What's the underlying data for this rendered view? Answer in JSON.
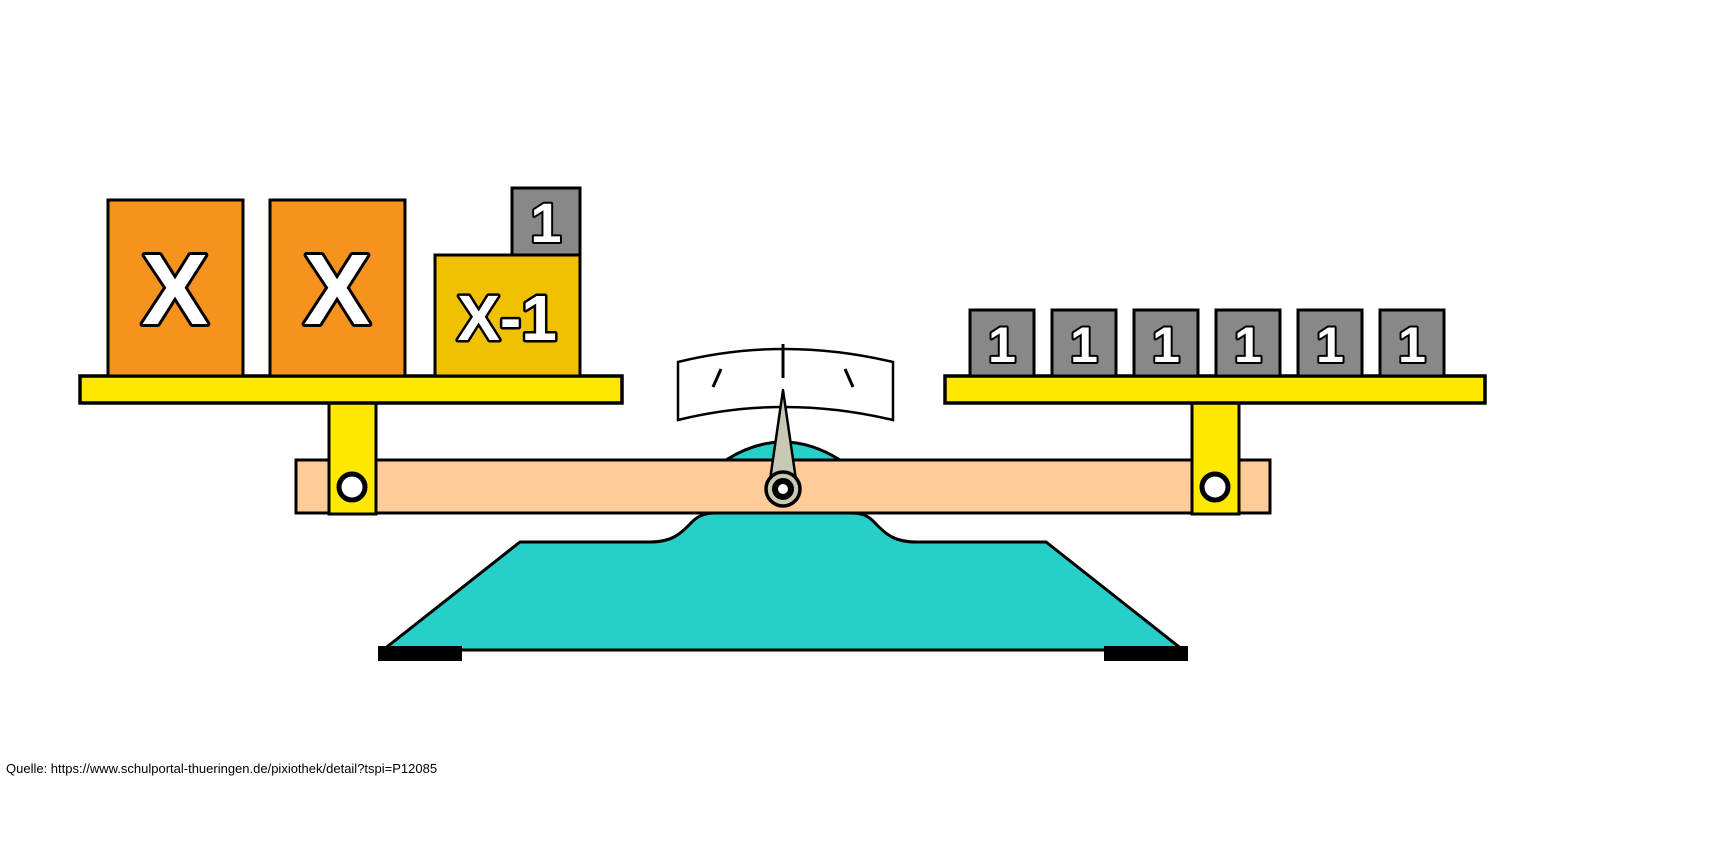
{
  "diagram": {
    "left_pan": {
      "blocks": [
        {
          "label": "X"
        },
        {
          "label": "X"
        },
        {
          "label": "X-1"
        },
        {
          "label": "1"
        }
      ]
    },
    "right_pan": {
      "blocks": [
        {
          "label": "1"
        },
        {
          "label": "1"
        },
        {
          "label": "1"
        },
        {
          "label": "1"
        },
        {
          "label": "1"
        },
        {
          "label": "1"
        }
      ]
    }
  },
  "source": {
    "text": "Quelle: https://www.schulportal-thueringen.de/pixiothek/detail?tspi=P12085"
  },
  "colors": {
    "x_block": "#F6921E",
    "x_minus_block": "#EFC100",
    "unit_block": "#888888",
    "pan": "#FFE800",
    "beam": "#FFCC99",
    "base": "#27CFC9",
    "needle": "#C8C8B4",
    "gauge": "#FFFFFF",
    "bolt": "#FFFFFF",
    "outline": "#000000",
    "background": "#FFFFFF"
  }
}
